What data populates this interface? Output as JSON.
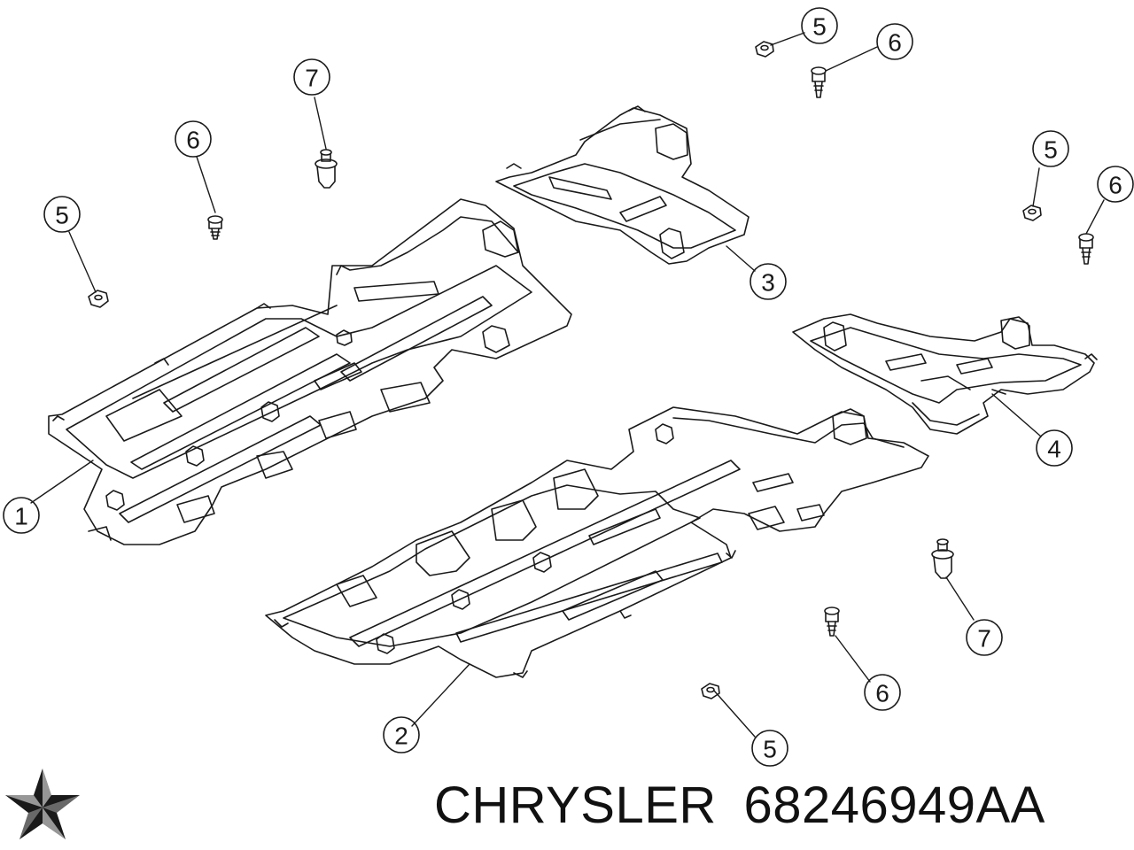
{
  "caption": {
    "brand": "CHRYSLER",
    "part_number": "68246949AA"
  },
  "callouts": [
    {
      "id": "c1",
      "label": "1"
    },
    {
      "id": "c2",
      "label": "2"
    },
    {
      "id": "c3",
      "label": "3"
    },
    {
      "id": "c4",
      "label": "4"
    },
    {
      "id": "c5a",
      "label": "5"
    },
    {
      "id": "c5b",
      "label": "5"
    },
    {
      "id": "c5c",
      "label": "5"
    },
    {
      "id": "c5d",
      "label": "5"
    },
    {
      "id": "c6a",
      "label": "6"
    },
    {
      "id": "c6b",
      "label": "6"
    },
    {
      "id": "c6c",
      "label": "6"
    },
    {
      "id": "c6d",
      "label": "6"
    },
    {
      "id": "c7a",
      "label": "7"
    },
    {
      "id": "c7b",
      "label": "7"
    }
  ],
  "logo": {
    "icon": "chrysler-pentastar-icon"
  }
}
